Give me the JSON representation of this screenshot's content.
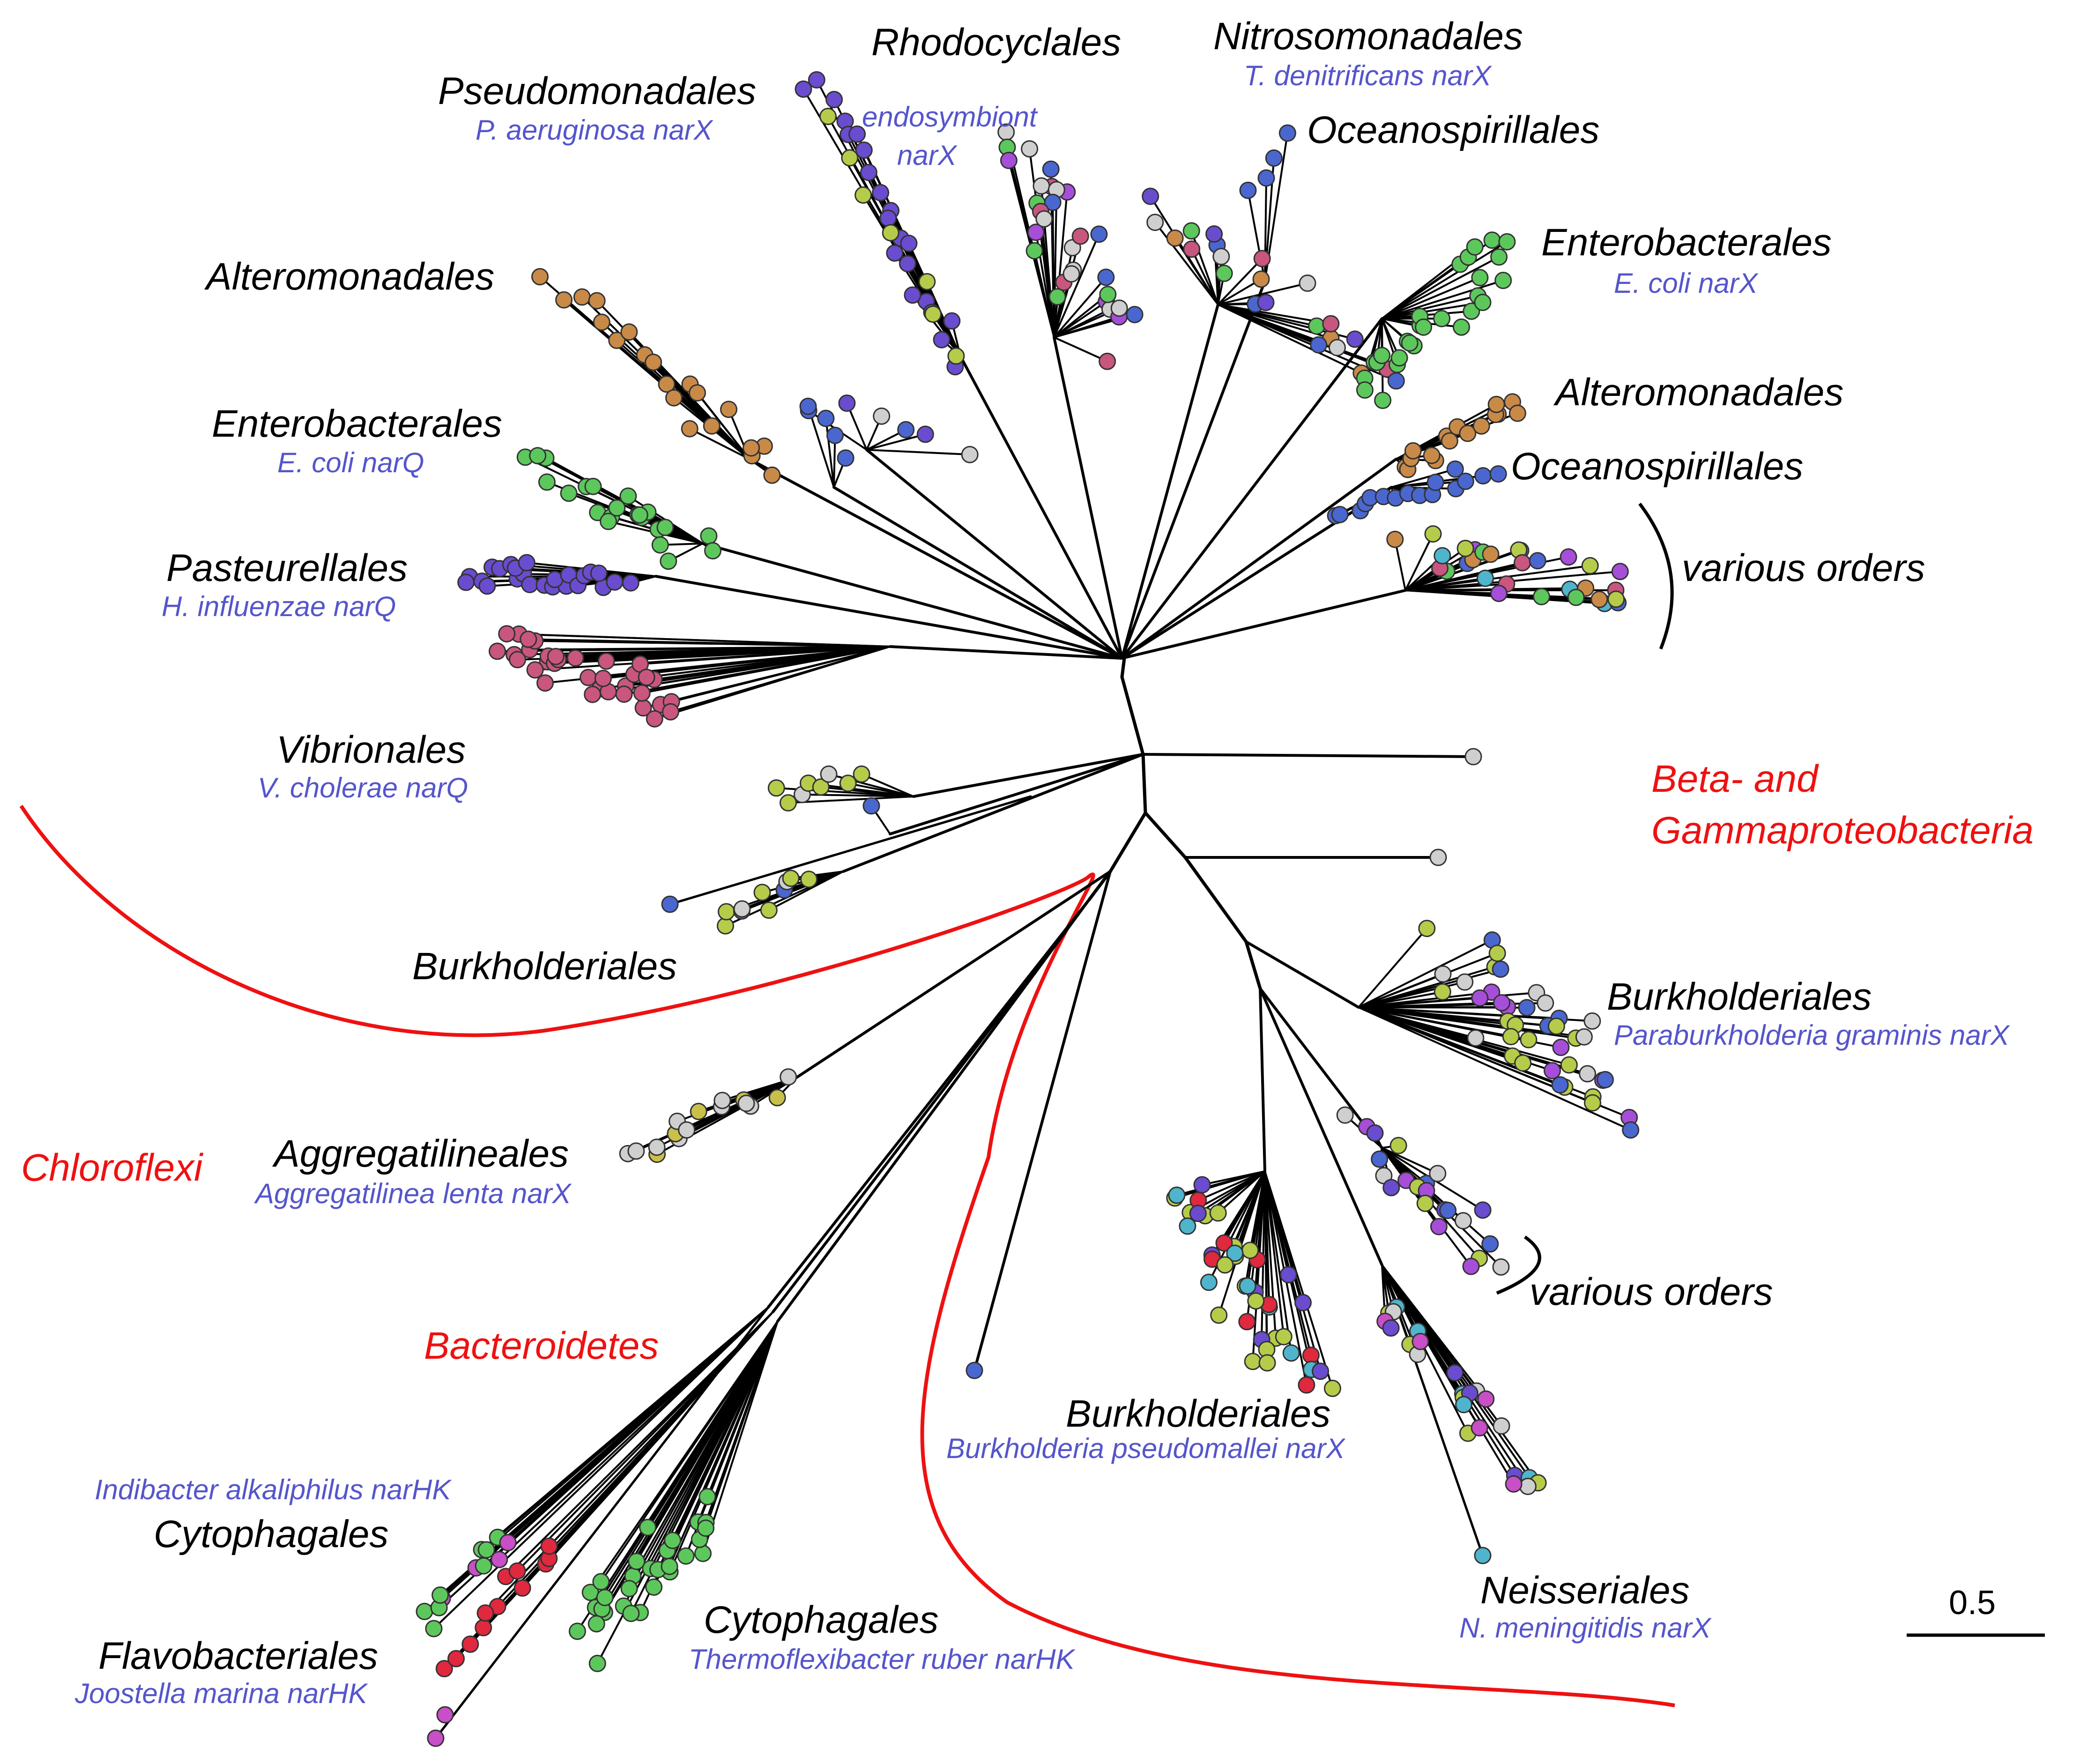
{
  "figure": {
    "type": "unrooted phylogenetic tree",
    "colors": {
      "branch": "#000000",
      "order_label": "#000000",
      "gene_label": "#5555cc",
      "phylum_label": "#ee1111",
      "phylum_curve": "#ee1111",
      "dot_stroke": "#333333"
    },
    "tip_colors": {
      "violet": "#6a4ccf",
      "blue": "#4a67d0",
      "gray": "#cfcfcf",
      "green": "#5cc85c",
      "purple": "#a64ed8",
      "lime": "#b5cc4a",
      "orange": "#c98a48",
      "rose": "#c9567e",
      "teal": "#4fb5cc",
      "red": "#e0283e",
      "magenta": "#c84fc8",
      "olive": "#c9c04a"
    },
    "order_labels": [
      "Rhodocyclales",
      "Nitrosomonadales",
      "Pseudomonadales",
      "Oceanospirillales",
      "Enterobacterales",
      "Alteromonadales",
      "Enterobacterales",
      "Alteromonadales",
      "Oceanospirillales",
      "Pasteurellales",
      "various orders",
      "Vibrionales",
      "Burkholderiales",
      "Burkholderiales",
      "Aggregatilineales",
      "various orders",
      "Burkholderiales",
      "Cytophagales",
      "Neisseriales",
      "Flavobacteriales",
      "Cytophagales"
    ],
    "gene_labels": [
      "T. denitrificans narX",
      "P. aeruginosa narX",
      "endosymbiont",
      "narX",
      "E. coli narX",
      "E. coli narQ",
      "H. influenzae narQ",
      "V. cholerae narQ",
      "Paraburkholderia graminis narX",
      "Aggregatilinea lenta narX",
      "Burkholderia pseudomallei narX",
      "Indibacter alkaliphilus narHK",
      "N. meningitidis narX",
      "Thermoflexibacter ruber narHK",
      "Joostella marina narHK"
    ],
    "phylum_labels": [
      "Beta- and",
      "Gammaproteobacteria",
      "Chloroflexi",
      "Bacteroidetes"
    ],
    "scale_bar": {
      "label": "0.5",
      "value": 0.5
    }
  }
}
